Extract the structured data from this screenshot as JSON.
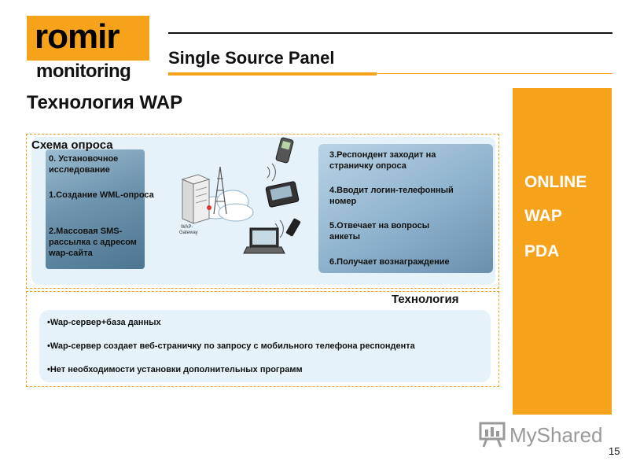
{
  "logo": {
    "line1": "romir",
    "line2": "monitoring"
  },
  "header": {
    "panel_title": "Single Source Panel",
    "slide_title": "Технология WAP"
  },
  "side_panel": {
    "items": [
      "ONLINE",
      "WAP",
      "PDA"
    ]
  },
  "scheme": {
    "title": "Схема опроса",
    "left_steps": [
      [
        "0. Установочное",
        "исследование"
      ],
      [
        "1.Создание  WML-опроса"
      ],
      [
        "2.Массовая SMS-",
        "рассылка с адресом",
        "wap-сайта"
      ]
    ],
    "right_steps": [
      [
        "3.Респондент заходит на",
        "страничку опроса"
      ],
      [
        "4.Вводит логин-телефонный",
        "номер"
      ],
      [
        "5.Отвечает на вопросы",
        "анкеты"
      ],
      [
        "6.Получает вознаграждение"
      ]
    ],
    "gateway_label": [
      "WAP-",
      "Gateway"
    ]
  },
  "technology": {
    "title": "Технология",
    "bullets": [
      "•Wap-сервер+база данных",
      "•Wap-сервер создает веб-страничку по запросу с мобильного телефона респондента",
      "•Нет необходимости установки дополнительных программ"
    ]
  },
  "watermark": {
    "text": "MyShared"
  },
  "page_number": "15",
  "colors": {
    "accent": "#f7a21b",
    "panel_bg": "#e6f2fa"
  }
}
